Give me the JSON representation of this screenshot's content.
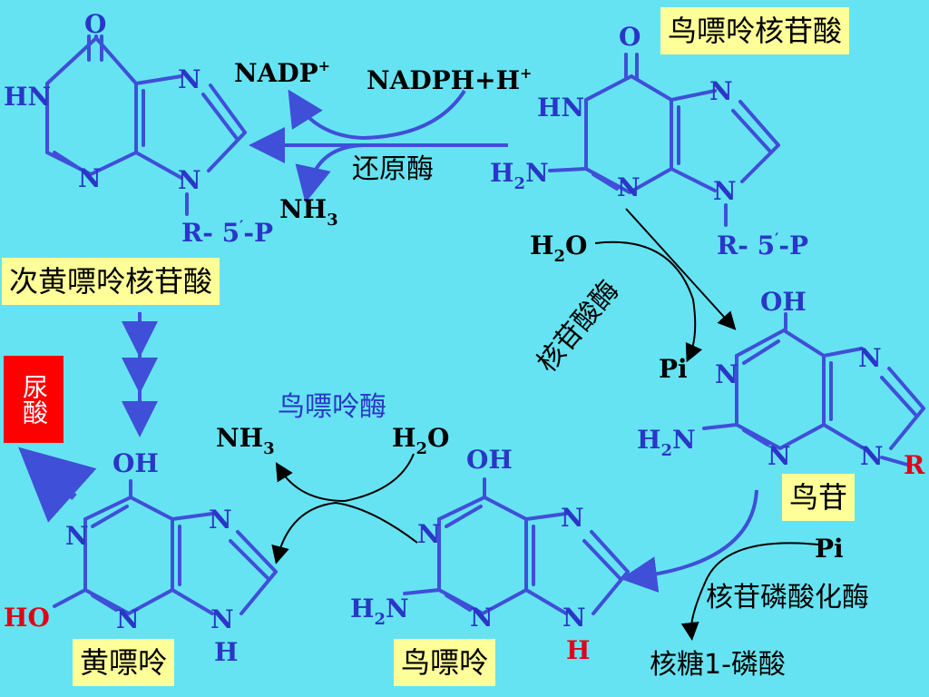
{
  "compounds": {
    "gmp": "鸟嘌呤核苷酸",
    "imp": "次黄嘌呤核苷酸",
    "guanosine": "鸟苷",
    "guanine": "鸟嘌呤",
    "xanthine": "黄嘌呤",
    "uric_acid": "尿酸"
  },
  "enzymes": {
    "reductase": "还原酶",
    "nucleotidase": "核苷酸酶",
    "guanase": "鸟嘌呤酶",
    "phosphorylase": "核苷磷酸化酶"
  },
  "reagents": {
    "nadp": "NADP",
    "nadph": "NADPH+H",
    "nh3": "NH",
    "h2o": "H",
    "pi": "Pi",
    "ribose1p": "核糖1-磷酸"
  },
  "atoms": {
    "o": "O",
    "oh": "OH",
    "hn": "HN",
    "n": "N",
    "h2n": "H",
    "r5p": "R- 5",
    "r5p_tail": "-P",
    "r": "R",
    "h": "H",
    "ho": "HO"
  },
  "colors": {
    "background": "#66e3f2",
    "bond": "#3f4fd8",
    "label_box": "#ffff99",
    "uric_box": "#ff0000",
    "red_atom": "#e0001a"
  }
}
